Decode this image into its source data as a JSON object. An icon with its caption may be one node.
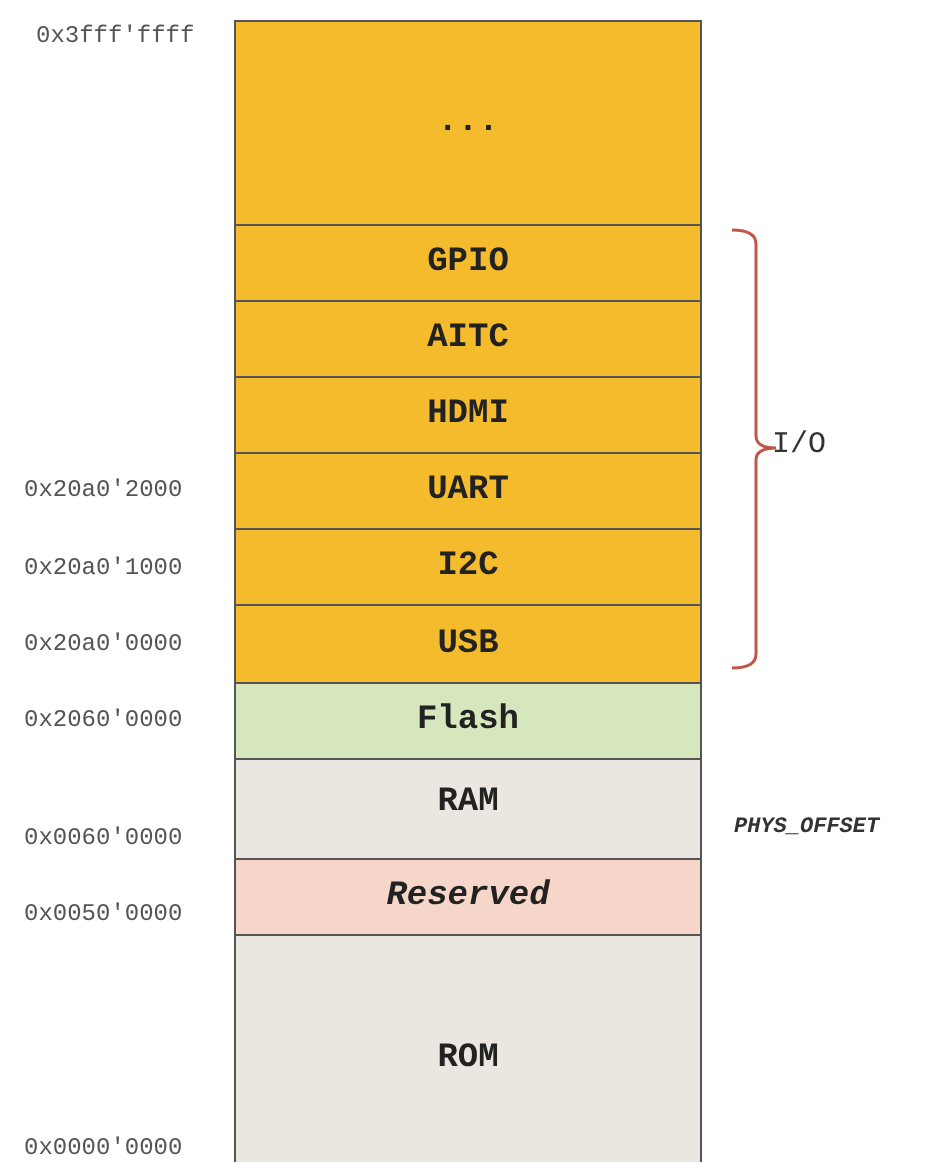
{
  "diagram": {
    "nodes": [
      {
        "text": [
          "..."
        ]
      },
      {
        "text": [
          "GPIO"
        ]
      },
      {
        "text": [
          "AITC"
        ]
      },
      {
        "text": [
          "HDMI"
        ]
      },
      {
        "text": [
          "UART"
        ]
      },
      {
        "text": [
          "I2C"
        ]
      },
      {
        "text": [
          "USB"
        ]
      },
      {
        "text": [
          "Flash"
        ]
      },
      {
        "text": [
          "RAM"
        ]
      },
      {
        "text": [
          "Reserved"
        ]
      },
      {
        "text": [
          "ROM"
        ]
      }
    ],
    "edges": [],
    "labels": [
      "0x3fff'ffff",
      "I/O",
      "0x20a0'2000",
      "0x20a0'1000",
      "0x20a0'0000",
      "0x2060'0000",
      "0x0060'0000",
      "PHYS_OFFSET",
      "0x0050'0000",
      "0x0000'0000"
    ]
  }
}
